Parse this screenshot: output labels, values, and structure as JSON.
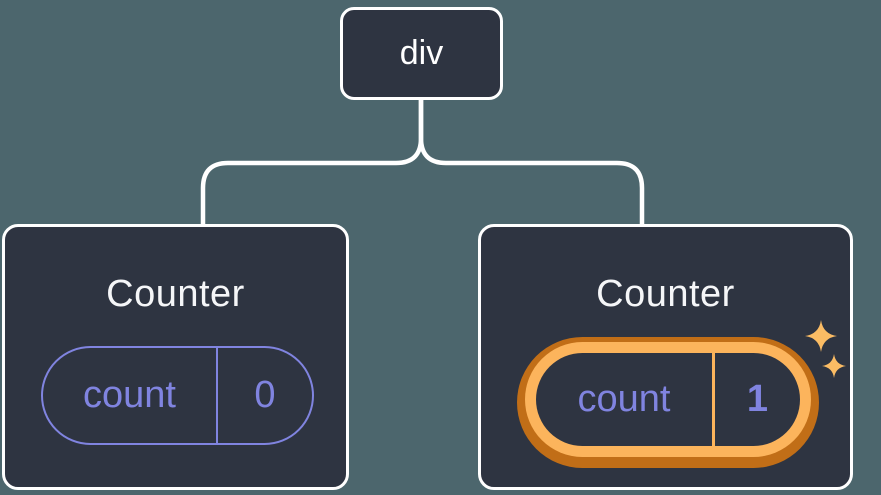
{
  "tree": {
    "root": {
      "label": "div"
    },
    "children": [
      {
        "title": "Counter",
        "state": {
          "key": "count",
          "value": "0"
        },
        "highlighted": false
      },
      {
        "title": "Counter",
        "state": {
          "key": "count",
          "value": "1"
        },
        "highlighted": true
      }
    ]
  },
  "icons": {
    "sparkles": "sparkles-icon"
  },
  "colors": {
    "background": "#4C666D",
    "node_fill": "#2E3441",
    "node_border": "#FFFFFF",
    "connector": "#FFFFFF",
    "state_accent": "#8084E0",
    "highlight_ring_outer": "#C16E17",
    "highlight_ring_inner": "#FCB45C",
    "sparkle": "#FBBC64",
    "title_text": "#F5F6F8"
  }
}
